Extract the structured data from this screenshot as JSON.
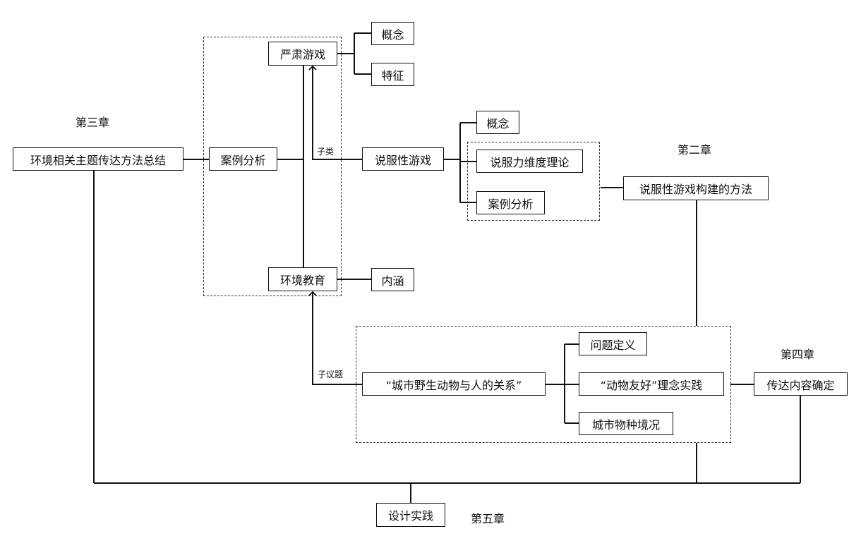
{
  "chapters": {
    "ch3": "第三章",
    "ch2": "第二章",
    "ch4": "第四章",
    "ch5": "第五章"
  },
  "nodes": {
    "env_summary": "环境相关主题传达方法总结",
    "case_analysis_left": "案例分析",
    "serious_games": "严肃游戏",
    "concept_top": "概念",
    "features": "特征",
    "persuasive_games": "说服性游戏",
    "concept_mid": "概念",
    "persuasion_theory": "说服力维度理论",
    "case_analysis_right": "案例分析",
    "persuasive_method": "说服性游戏构建的方法",
    "env_education": "环境教育",
    "connotation": "内涵",
    "urban_wildlife": "“城市野生动物与人的关系”",
    "problem_definition": "问题定义",
    "animal_friendly": "“动物友好”理念实践",
    "urban_species": "城市物种境况",
    "content_confirm": "传达内容确定",
    "design_practice": "设计实践"
  },
  "edge_labels": {
    "subclass": "子类",
    "subtopic": "子议题"
  }
}
